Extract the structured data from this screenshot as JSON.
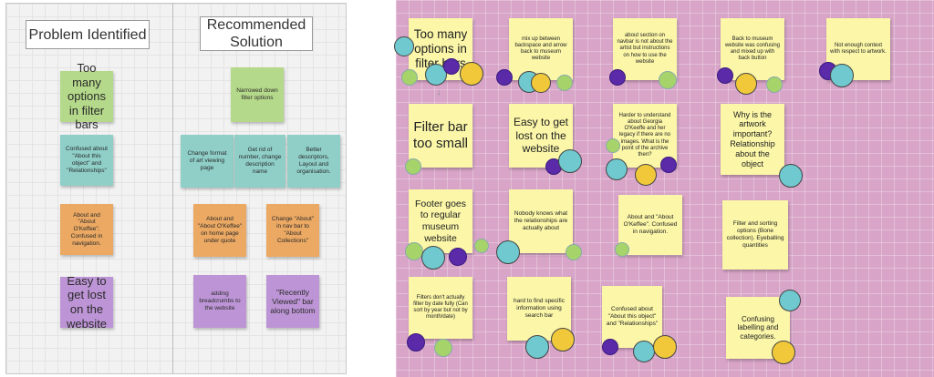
{
  "left": {
    "col1_title": "Problem Identified",
    "col2_title": "Recommended Solution",
    "problems": [
      "Too many options in filter bars",
      "Confused about \"About this object\" and \"Relationships\"",
      "About and \"About O'Keffee\". Confused in navigation.",
      "Easy to get lost on the website"
    ],
    "solutions": [
      "Narrowed down filter options",
      "Change format of art viewing page",
      "Get rid of number, change description name",
      "Better descriptors, Layout and organisation.",
      "About and \"About O'Keffee\" on home page under quote",
      "Change \"About\" in nav bar to \"About Collections\"",
      "adding breadcrumbs to the website",
      "\"Recently Viewed\" bar along bottom"
    ]
  },
  "right": {
    "notes": [
      "Too many options in filter bars",
      "mix up between backspace and arrow back to museum website",
      "about section on navbar is not about the artist but instructions on how to use the website",
      "Back to museum website was confusing and mixed up with back button",
      "Not enough context with respect to artwork.",
      "Filter bar too small",
      "Easy to get lost on the website",
      "Harder to understand about Georgia O'Keeffe and her legacy if there are no images. What is the point of the archive then?",
      "Why is the artwork important? Relationship about the object",
      "Footer goes to regular museum website",
      "Nobody knows what the relationships are actually about",
      "About and \"About O'Keffee\". Confused in navigation.",
      "Filter and sorting options (Bone collection). Eyeballing quantities",
      "Filters don't actually filter by date fully (Can sort by year but not by month/date)",
      "hard to find specific information using search bar",
      "Confused about \"About this object\" and \"Relationships\"",
      "Confusing labelling and categories."
    ]
  },
  "colors": {
    "green": "#b5d98a",
    "teal": "#8fcfc8",
    "orange": "#eca963",
    "purple": "#bd95d6",
    "sticky_yellow": "#fbf6a8",
    "board_pink": "#d8a5c8"
  }
}
